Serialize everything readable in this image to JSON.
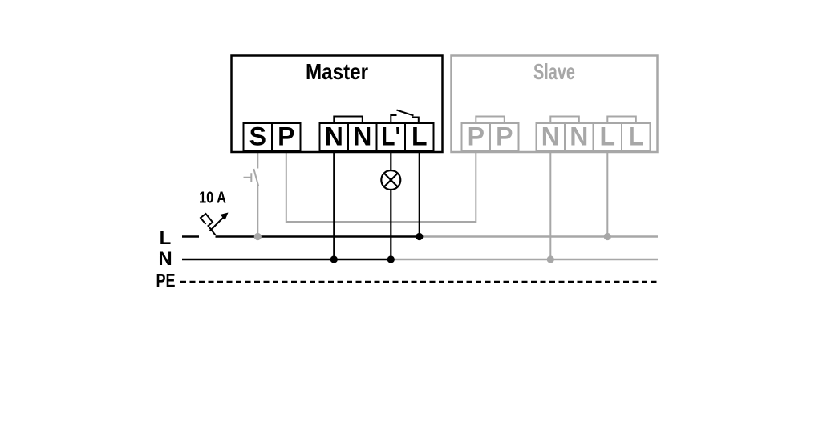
{
  "master": {
    "title": "Master",
    "terminals": [
      "S",
      "P",
      "N",
      "N",
      "L'",
      "L"
    ]
  },
  "slave": {
    "title": "Slave",
    "terminals": [
      "P",
      "P",
      "N",
      "N",
      "L",
      "L"
    ]
  },
  "supply": {
    "fuse_rating": "10 A",
    "lines": {
      "l": "L",
      "n": "N",
      "pe": "PE"
    }
  },
  "symbols": {
    "lamp": "lamp-icon",
    "push_button": "push-button-icon",
    "circuit_breaker": "circuit-breaker-icon",
    "relay_contact": "relay-contact-icon",
    "terminal_bridge": "bridge-jumper-icon",
    "junction": "junction-dot"
  },
  "colors": {
    "active": "#000000",
    "inactive": "#a7a7a7",
    "background": "#ffffff"
  }
}
